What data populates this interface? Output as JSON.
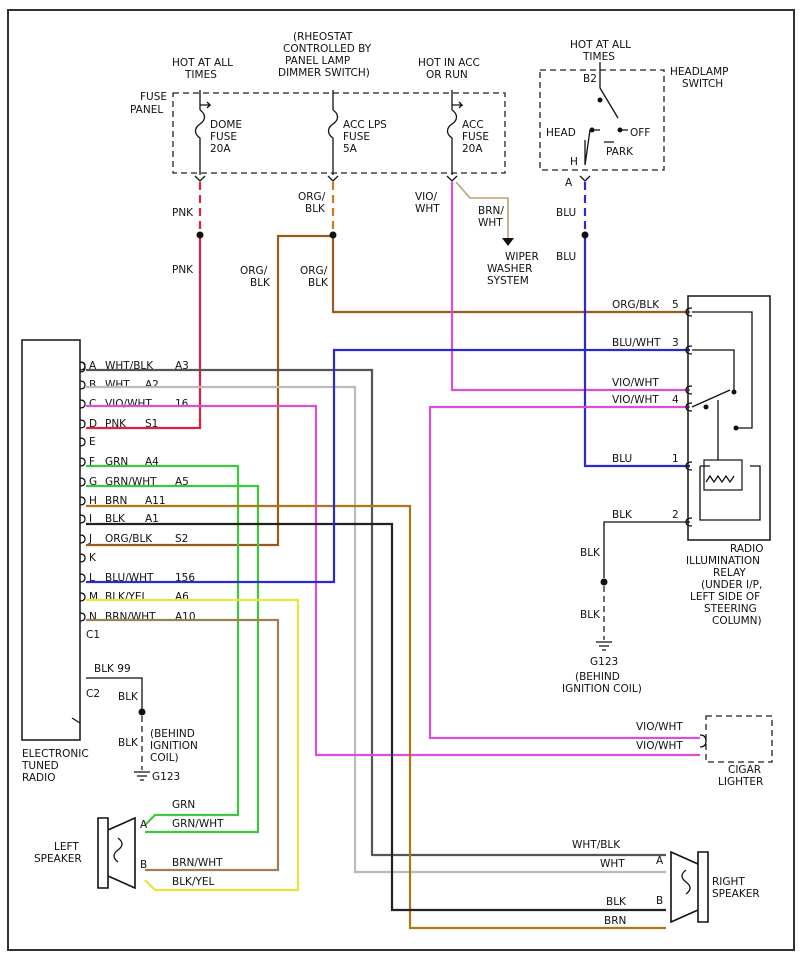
{
  "fuse_panel": {
    "label": "FUSE PANEL",
    "hot_at_all_times": "HOT AT ALL TIMES",
    "rheostat": "(RHEOSTAT CONTROLLED BY PANEL LAMP DIMMER SWITCH)",
    "hot_in_acc": "HOT IN ACC OR RUN",
    "dome_fuse": "DOME FUSE 20A",
    "acc_lps_fuse": "ACC LPS FUSE 5A",
    "acc_fuse": "ACC FUSE 20A"
  },
  "headlamp_switch": {
    "hot_at_all_times": "HOT AT ALL TIMES",
    "label": "HEADLAMP SWITCH",
    "b2": "B2",
    "h": "H",
    "a": "A",
    "head": "HEAD",
    "off": "OFF",
    "park": "PARK"
  },
  "wires": {
    "pnk": "PNK",
    "org_blk": "ORG/ BLK",
    "vio_wht": "VIO/ WHT",
    "brn_wht": "BRN/ WHT",
    "blu": "BLU",
    "blk": "BLK",
    "wiper_washer": "WIPER WASHER SYSTEM"
  },
  "radio": {
    "label": "ELECTRONIC TUNED RADIO",
    "c1": "C1",
    "c2": "C2",
    "pins": [
      {
        "pin": "A",
        "wire": "WHT/BLK",
        "circuit": "A3"
      },
      {
        "pin": "B",
        "wire": "WHT",
        "circuit": "A2"
      },
      {
        "pin": "C",
        "wire": "VIO/WHT",
        "circuit": "16"
      },
      {
        "pin": "D",
        "wire": "PNK",
        "circuit": "S1"
      },
      {
        "pin": "E",
        "wire": "",
        "circuit": ""
      },
      {
        "pin": "F",
        "wire": "GRN",
        "circuit": "A4"
      },
      {
        "pin": "G",
        "wire": "GRN/WHT",
        "circuit": "A5"
      },
      {
        "pin": "H",
        "wire": "BRN",
        "circuit": "A11"
      },
      {
        "pin": "I",
        "wire": "BLK",
        "circuit": "A1"
      },
      {
        "pin": "J",
        "wire": "ORG/BLK",
        "circuit": "S2"
      },
      {
        "pin": "K",
        "wire": "",
        "circuit": ""
      },
      {
        "pin": "L",
        "wire": "BLU/WHT",
        "circuit": "156"
      },
      {
        "pin": "M",
        "wire": "BLK/YEL",
        "circuit": "A6"
      },
      {
        "pin": "N",
        "wire": "BRN/WHT",
        "circuit": "A10"
      }
    ],
    "c2_wire": "BLK",
    "c2_circuit": "99",
    "ground_location": "(BEHIND IGNITION COIL)",
    "ground_id": "G123"
  },
  "relay": {
    "label": "RADIO ILLUMINATION RELAY (UNDER I/P, LEFT SIDE OF STEERING COLUMN)",
    "pins": [
      {
        "wire": "ORG/BLK",
        "pin": "5"
      },
      {
        "wire": "BLU/WHT",
        "pin": "3"
      },
      {
        "wire": "VIO/WHT",
        "pin": ""
      },
      {
        "wire": "VIO/WHT",
        "pin": "4"
      },
      {
        "wire": "BLU",
        "pin": "1"
      },
      {
        "wire": "BLK",
        "pin": "2"
      }
    ],
    "ground_id": "G123",
    "ground_location": "(BEHIND IGNITION COIL)"
  },
  "cigar_lighter": {
    "label": "CIGAR LIGHTER",
    "wire1": "VIO/WHT",
    "wire2": "VIO/WHT"
  },
  "left_speaker": {
    "label": "LEFT SPEAKER",
    "pin_a": "A",
    "pin_b": "B",
    "w1": "GRN",
    "w2": "GRN/WHT",
    "w3": "BRN/WHT",
    "w4": "BLK/YEL"
  },
  "right_speaker": {
    "label": "RIGHT SPEAKER",
    "pin_a": "A",
    "pin_b": "B",
    "w1": "WHT/BLK",
    "w2": "WHT",
    "w3": "BLK",
    "w4": "BRN"
  },
  "colors": {
    "pink": "#e0203c",
    "orange_black": "#9a5a1c",
    "violet": "#d84fd8",
    "blue": "#2a2ad0",
    "green": "#3cc83c",
    "yellow": "#e6e63a",
    "brown": "#a8781a",
    "gray": "#bbbbbb",
    "black": "#222222",
    "white_black": "#555555"
  }
}
